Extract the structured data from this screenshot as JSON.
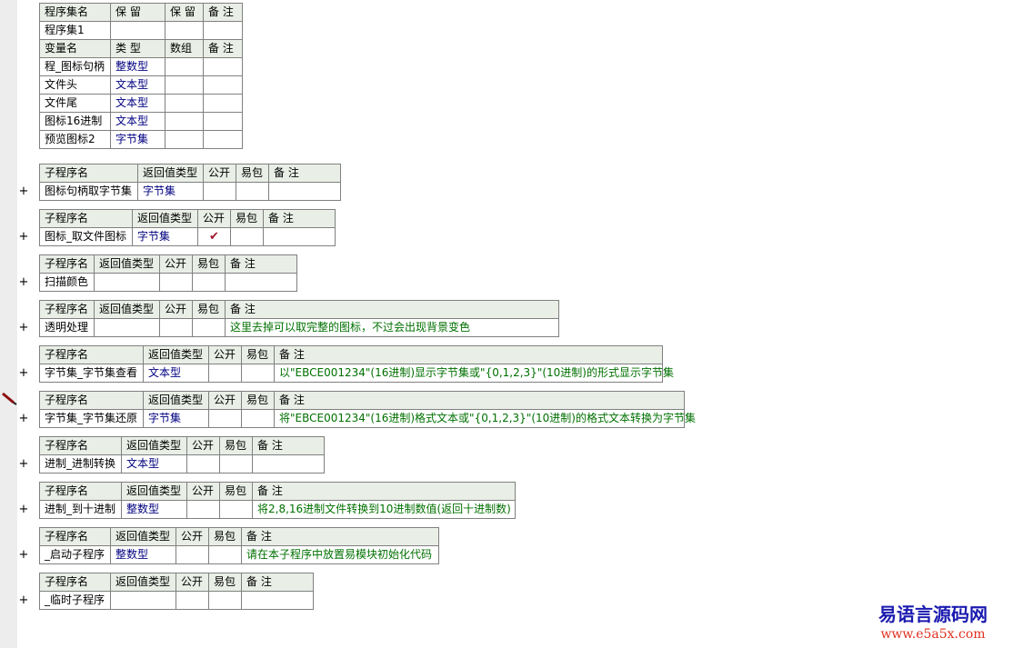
{
  "assembly": {
    "header": [
      "程序集名",
      "保 留",
      "保 留",
      "备 注"
    ],
    "row": [
      "程序集1",
      "",
      "",
      ""
    ],
    "var_header": [
      "变量名",
      "类 型",
      "数组",
      "备 注"
    ],
    "vars": [
      [
        "程_图标句柄",
        "整数型",
        "",
        ""
      ],
      [
        "文件头",
        "文本型",
        "",
        ""
      ],
      [
        "文件尾",
        "文本型",
        "",
        ""
      ],
      [
        "图标16进制",
        "文本型",
        "",
        ""
      ],
      [
        "预览图标2",
        "字节集",
        "",
        ""
      ]
    ]
  },
  "sub_header": [
    "子程序名",
    "返回值类型",
    "公开",
    "易包",
    "备 注"
  ],
  "expand_symbol": "+",
  "check_mark": "✔",
  "subs": [
    {
      "name": "图标句柄取字节集",
      "type": "字节集",
      "public": false,
      "comment": ""
    },
    {
      "name": "图标_取文件图标",
      "type": "字节集",
      "public": true,
      "comment": ""
    },
    {
      "name": "扫描颜色",
      "type": "",
      "public": false,
      "comment": ""
    },
    {
      "name": "透明处理",
      "type": "",
      "public": false,
      "comment": "这里去掉可以取完整的图标，不过会出现背景变色"
    },
    {
      "name": "字节集_字节集查看",
      "type": "文本型",
      "public": false,
      "comment": "以\"EBCE001234\"(16进制)显示字节集或\"{0,1,2,3}\"(10进制)的形式显示字节集"
    },
    {
      "name": "字节集_字节集还原",
      "type": "字节集",
      "public": false,
      "comment": "将\"EBCE001234\"(16进制)格式文本或\"{0,1,2,3}\"(10进制)的格式文本转换为字节集"
    },
    {
      "name": "进制_进制转换",
      "type": "文本型",
      "public": false,
      "comment": ""
    },
    {
      "name": "进制_到十进制",
      "type": "整数型",
      "public": false,
      "comment": "将2,8,16进制文件转换到10进制数值(返回十进制数)"
    },
    {
      "name": "_启动子程序",
      "type": "整数型",
      "public": false,
      "comment": "请在本子程序中放置易模块初始化代码"
    },
    {
      "name": "_临时子程序",
      "type": "",
      "public": false,
      "comment": ""
    }
  ],
  "watermark": {
    "title": "易语言源码网",
    "url": "www.e5a5x.com"
  }
}
